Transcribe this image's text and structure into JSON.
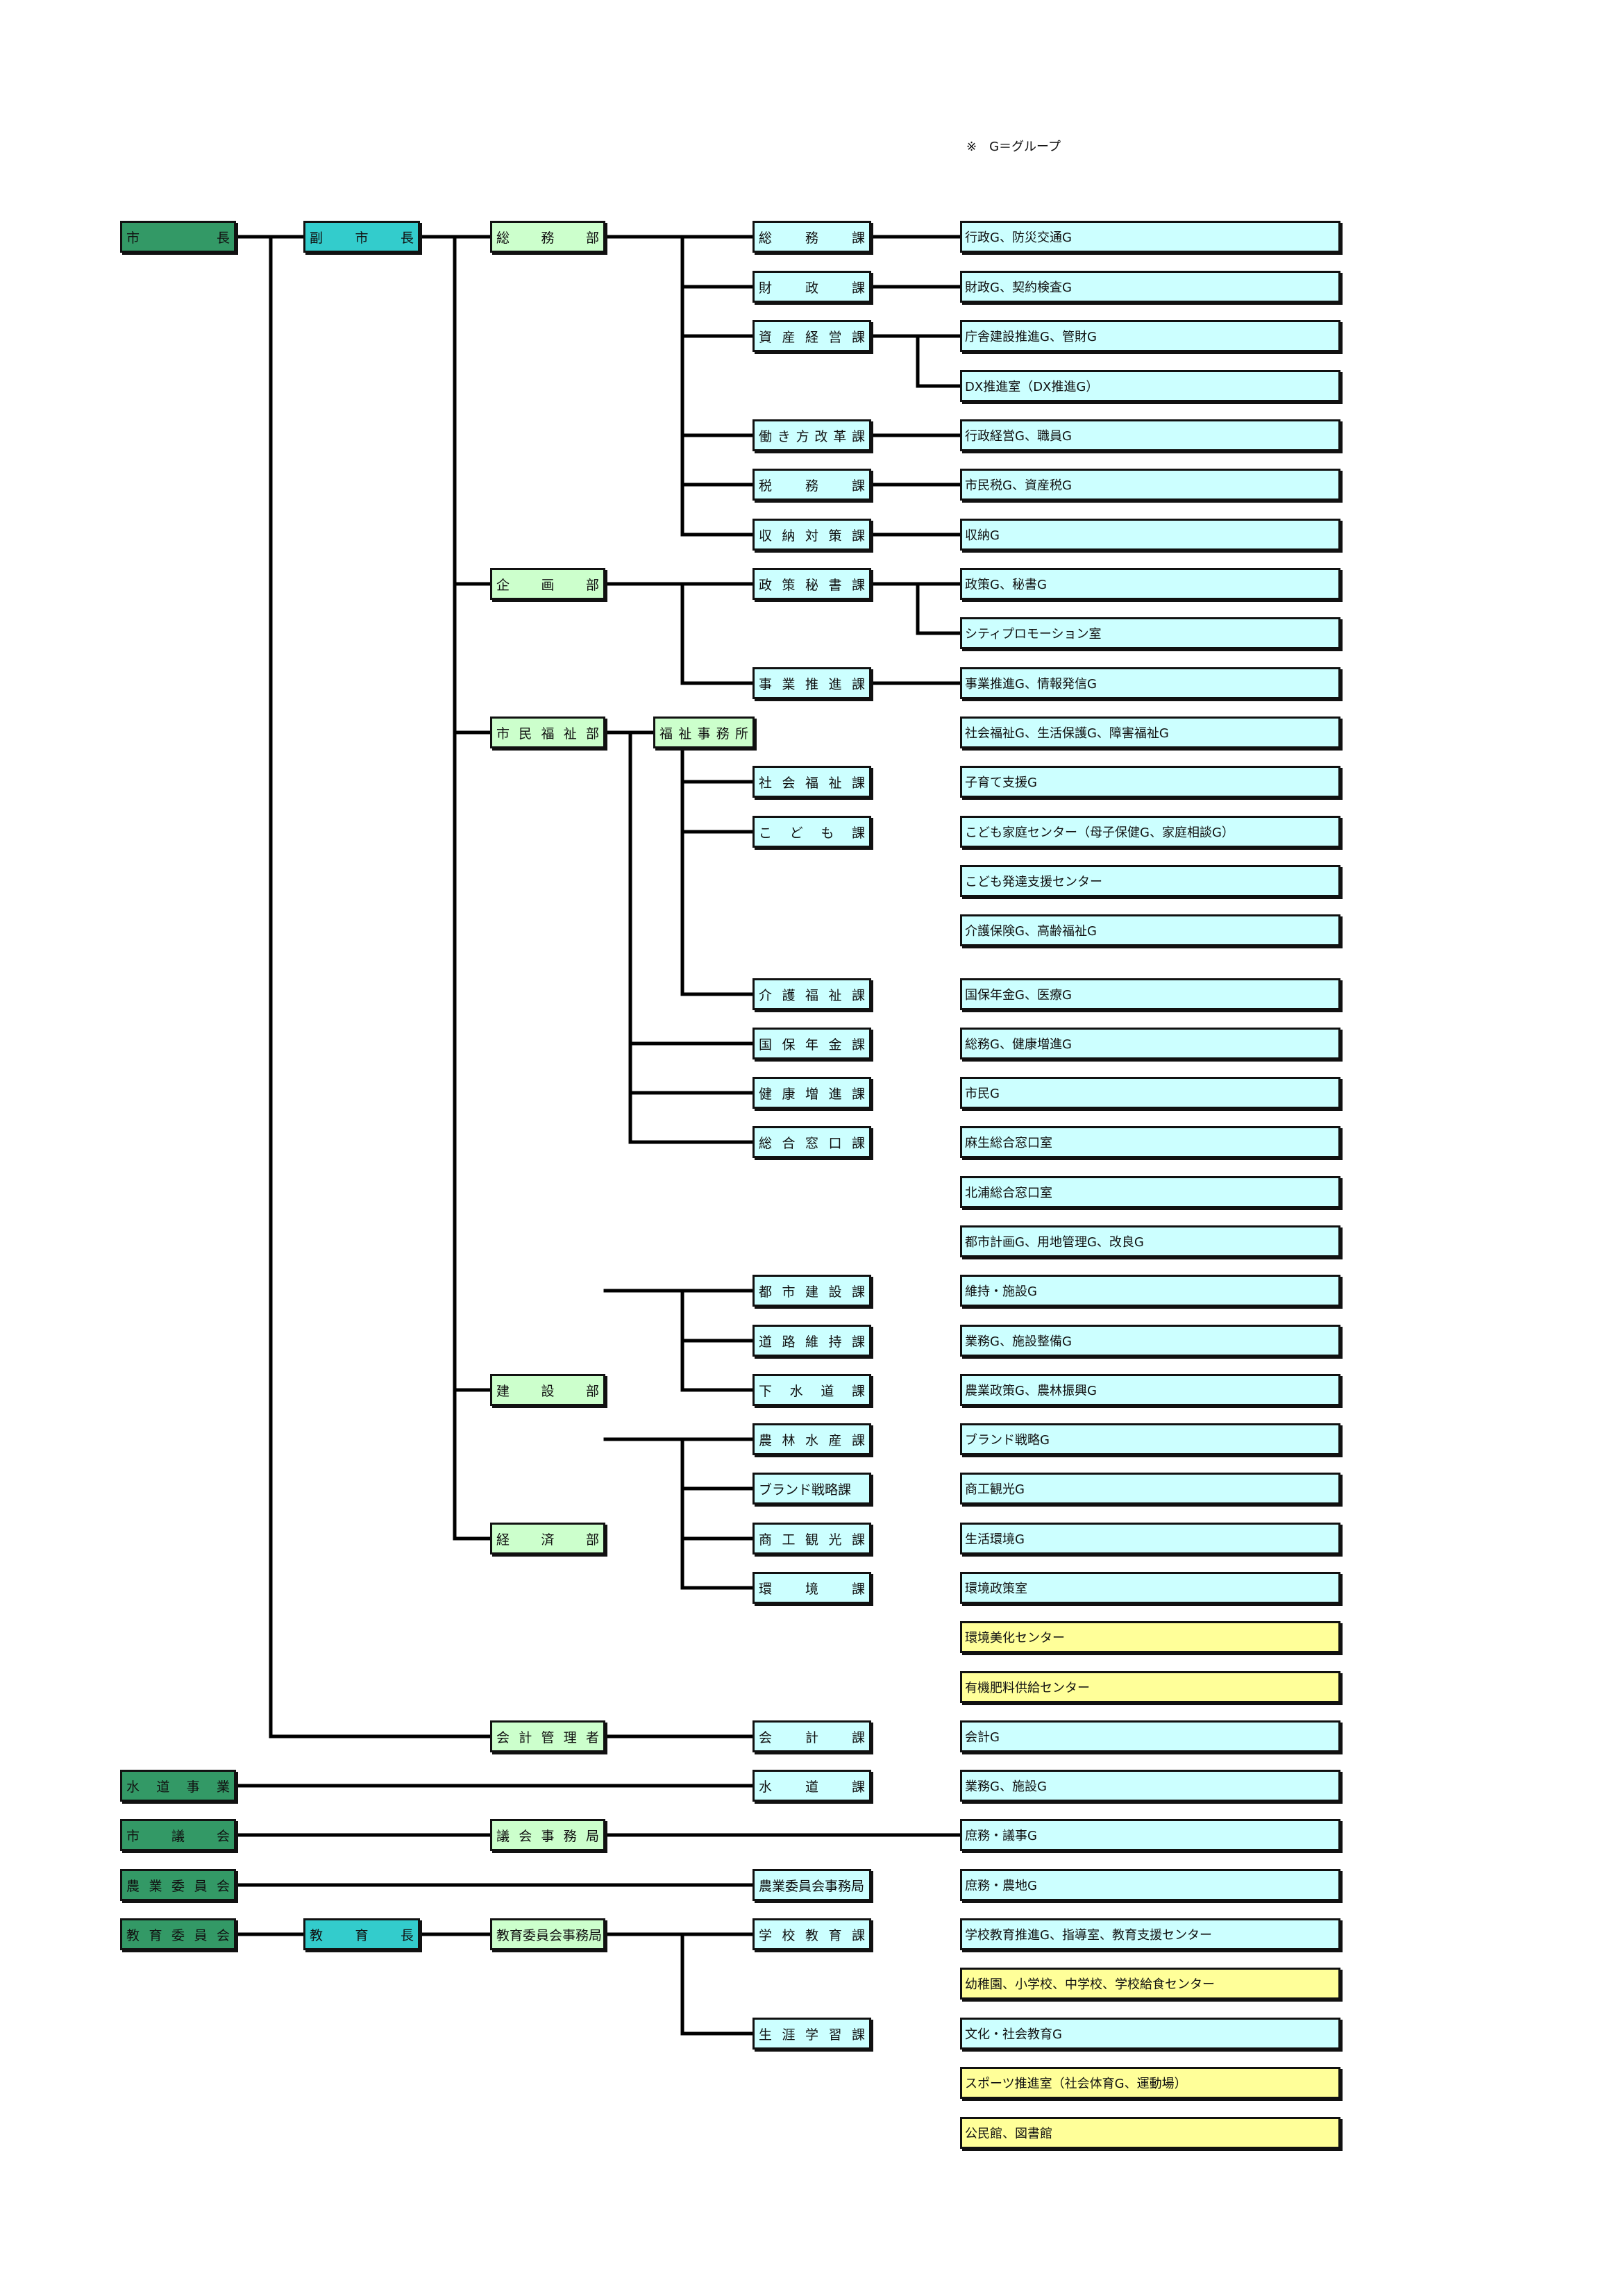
{
  "note": "※　G＝グループ",
  "top": [
    {
      "id": "mayor",
      "label": "市長",
      "style": "mayor"
    },
    {
      "id": "deputy",
      "label": "副市長",
      "style": "deputy"
    },
    {
      "id": "waterworks",
      "label": "水道事業",
      "style": "mayor"
    },
    {
      "id": "council",
      "label": "市議会",
      "style": "mayor"
    },
    {
      "id": "agri_committee",
      "label": "農業委員会",
      "style": "mayor"
    },
    {
      "id": "edu_board",
      "label": "教育委員会",
      "style": "mayor"
    },
    {
      "id": "superintendent",
      "label": "教育長",
      "style": "deputy"
    }
  ],
  "departments": [
    {
      "id": "soumu",
      "label": "総務部"
    },
    {
      "id": "kikaku",
      "label": "企画部"
    },
    {
      "id": "shimin",
      "label": "市民福祉部"
    },
    {
      "id": "kensetsu",
      "label": "建設部"
    },
    {
      "id": "keizai",
      "label": "経済部"
    },
    {
      "id": "kaikei_kanri",
      "label": "会計管理者"
    },
    {
      "id": "gikai_jimu",
      "label": "議会事務局"
    },
    {
      "id": "kyoiku_jimu",
      "label": "教育委員会事務局"
    }
  ],
  "fukushi_office": "福祉事務所",
  "divisions": [
    {
      "id": "d_soumu",
      "label": "総務課"
    },
    {
      "id": "d_zaisei",
      "label": "財政課"
    },
    {
      "id": "d_shisan",
      "label": "資産経営課"
    },
    {
      "id": "d_hataraki",
      "label": "働き方改革課"
    },
    {
      "id": "d_zeimu",
      "label": "税務課"
    },
    {
      "id": "d_shuno",
      "label": "収納対策課"
    },
    {
      "id": "d_seisaku",
      "label": "政策秘書課"
    },
    {
      "id": "d_jigyo",
      "label": "事業推進課"
    },
    {
      "id": "d_shakai",
      "label": "社会福祉課"
    },
    {
      "id": "d_kodomo",
      "label": "こども課"
    },
    {
      "id": "d_kaigo",
      "label": "介護福祉課"
    },
    {
      "id": "d_kokuho",
      "label": "国保年金課"
    },
    {
      "id": "d_kenko",
      "label": "健康増進課"
    },
    {
      "id": "d_sogo",
      "label": "総合窓口課"
    },
    {
      "id": "d_toshi",
      "label": "都市建設課"
    },
    {
      "id": "d_doro",
      "label": "道路維持課"
    },
    {
      "id": "d_gesui",
      "label": "下水道課"
    },
    {
      "id": "d_norin",
      "label": "農林水産課"
    },
    {
      "id": "d_brand",
      "label": "ブランド戦略課"
    },
    {
      "id": "d_shoko",
      "label": "商工観光課"
    },
    {
      "id": "d_kankyo",
      "label": "環境課"
    },
    {
      "id": "d_kaikei",
      "label": "会計課"
    },
    {
      "id": "d_suido",
      "label": "水道課"
    },
    {
      "id": "d_nogyo_jimu",
      "label": "農業委員会事務局"
    },
    {
      "id": "d_gakko",
      "label": "学校教育課"
    },
    {
      "id": "d_shogai",
      "label": "生涯学習課"
    }
  ],
  "groups": [
    {
      "label": "行政G、防災交通G",
      "yellow": false
    },
    {
      "label": "財政G、契約検査G",
      "yellow": false
    },
    {
      "label": "庁舎建設推進G、管財G",
      "yellow": false
    },
    {
      "label": "DX推進室（DX推進G）",
      "yellow": false
    },
    {
      "label": "行政経営G、職員G",
      "yellow": false
    },
    {
      "label": "市民税G、資産税G",
      "yellow": false
    },
    {
      "label": "収納G",
      "yellow": false
    },
    {
      "label": "政策G、秘書G",
      "yellow": false
    },
    {
      "label": "シティプロモーション室",
      "yellow": false
    },
    {
      "label": "事業推進G、情報発信G",
      "yellow": false
    },
    {
      "label": "社会福祉G、生活保護G、障害福祉G",
      "yellow": false
    },
    {
      "label": "子育て支援G",
      "yellow": false
    },
    {
      "label": "こども家庭センター（母子保健G、家庭相談G）",
      "yellow": false
    },
    {
      "label": "こども発達支援センター",
      "yellow": false
    },
    {
      "label": "介護保険G、高齢福祉G",
      "yellow": false
    },
    {
      "label": "国保年金G、医療G",
      "yellow": false
    },
    {
      "label": "総務G、健康増進G",
      "yellow": false
    },
    {
      "label": "市民G",
      "yellow": false
    },
    {
      "label": "麻生総合窓口室",
      "yellow": false
    },
    {
      "label": "北浦総合窓口室",
      "yellow": false
    },
    {
      "label": "都市計画G、用地管理G、改良G",
      "yellow": false
    },
    {
      "label": "維持・施設G",
      "yellow": false
    },
    {
      "label": "業務G、施設整備G",
      "yellow": false
    },
    {
      "label": "農業政策G、農林振興G",
      "yellow": false
    },
    {
      "label": "ブランド戦略G",
      "yellow": false
    },
    {
      "label": "商工観光G",
      "yellow": false
    },
    {
      "label": "生活環境G",
      "yellow": false
    },
    {
      "label": "環境政策室",
      "yellow": false
    },
    {
      "label": "環境美化センター",
      "yellow": true
    },
    {
      "label": "有機肥料供給センター",
      "yellow": true
    },
    {
      "label": "会計G",
      "yellow": false
    },
    {
      "label": "業務G、施設G",
      "yellow": false
    },
    {
      "label": "庶務・議事G",
      "yellow": false
    },
    {
      "label": "庶務・農地G",
      "yellow": false
    },
    {
      "label": "学校教育推進G、指導室、教育支援センター",
      "yellow": false
    },
    {
      "label": "幼稚園、小学校、中学校、学校給食センター",
      "yellow": true
    },
    {
      "label": "文化・社会教育G",
      "yellow": false
    },
    {
      "label": "スポーツ推進室（社会体育G、運動場）",
      "yellow": true
    },
    {
      "label": "公民館、図書館",
      "yellow": true
    }
  ],
  "colors": {
    "mayor": "#339966",
    "deputy": "#33cccc",
    "department": "#ccffcc",
    "division": "#ccffff",
    "facility": "#ffff99",
    "line": "#000000"
  }
}
